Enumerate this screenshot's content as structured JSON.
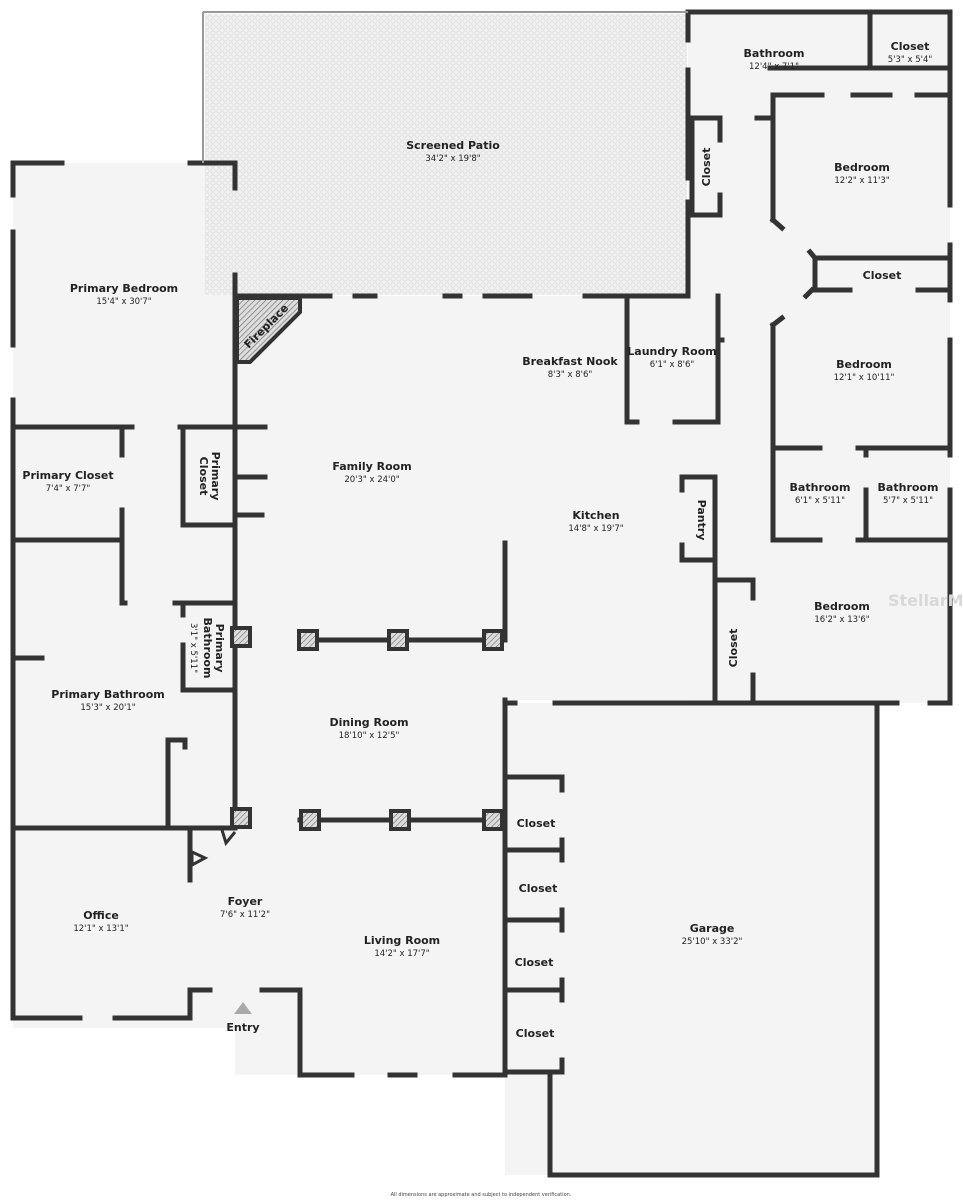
{
  "rooms": [
    {
      "id": "screened-patio",
      "name": "Screened Patio",
      "dims": "34'2\" x 19'8\""
    },
    {
      "id": "bathroom-1",
      "name": "Bathroom",
      "dims": "12'4\" x 7'1\""
    },
    {
      "id": "closet-ne",
      "name": "Closet",
      "dims": "5'3\" x 5'4\""
    },
    {
      "id": "closet-hall",
      "name": "Closet",
      "dims": ""
    },
    {
      "id": "bedroom-1",
      "name": "Bedroom",
      "dims": "12'2\" x 11'3\""
    },
    {
      "id": "closet-mid",
      "name": "Closet",
      "dims": ""
    },
    {
      "id": "primary-bedroom",
      "name": "Primary Bedroom",
      "dims": "15'4\" x 30'7\""
    },
    {
      "id": "fireplace",
      "name": "Fireplace",
      "dims": ""
    },
    {
      "id": "breakfast-nook",
      "name": "Breakfast Nook",
      "dims": "8'3\" x 8'6\""
    },
    {
      "id": "laundry-room",
      "name": "Laundry Room",
      "dims": "6'1\" x 8'6\""
    },
    {
      "id": "bedroom-2",
      "name": "Bedroom",
      "dims": "12'1\" x 10'11\""
    },
    {
      "id": "primary-closet",
      "name": "Primary Closet",
      "dims": "7'4\" x 7'7\""
    },
    {
      "id": "primary-closet-2",
      "name": "Primary Closet",
      "dims": ""
    },
    {
      "id": "family-room",
      "name": "Family Room",
      "dims": "20'3\" x 24'0\""
    },
    {
      "id": "kitchen",
      "name": "Kitchen",
      "dims": "14'8\" x 19'7\""
    },
    {
      "id": "pantry",
      "name": "Pantry",
      "dims": ""
    },
    {
      "id": "bathroom-2",
      "name": "Bathroom",
      "dims": "6'1\" x 5'11\""
    },
    {
      "id": "bathroom-3",
      "name": "Bathroom",
      "dims": "5'7\" x 5'11\""
    },
    {
      "id": "bedroom-3",
      "name": "Bedroom",
      "dims": "16'2\" x 13'6\""
    },
    {
      "id": "closet-bed3",
      "name": "Closet",
      "dims": ""
    },
    {
      "id": "primary-wc",
      "name": "Primary Bathroom",
      "dims": "3'1\" x 5'11\""
    },
    {
      "id": "primary-bathroom",
      "name": "Primary Bathroom",
      "dims": "15'3\" x 20'1\""
    },
    {
      "id": "dining-room",
      "name": "Dining Room",
      "dims": "18'10\" x 12'5\""
    },
    {
      "id": "closet-g1",
      "name": "Closet",
      "dims": ""
    },
    {
      "id": "closet-g2",
      "name": "Closet",
      "dims": ""
    },
    {
      "id": "closet-g3",
      "name": "Closet",
      "dims": ""
    },
    {
      "id": "closet-g4",
      "name": "Closet",
      "dims": ""
    },
    {
      "id": "foyer",
      "name": "Foyer",
      "dims": "7'6\" x 11'2\""
    },
    {
      "id": "office",
      "name": "Office",
      "dims": "12'1\" x 13'1\""
    },
    {
      "id": "living-room",
      "name": "Living Room",
      "dims": "14'2\" x 17'7\""
    },
    {
      "id": "garage",
      "name": "Garage",
      "dims": "25'10\" x 33'2\""
    }
  ],
  "entry_label": "Entry",
  "footer": "All dimensions are approximate and subject to independent verification.",
  "watermark": "StellarMLS",
  "colors": {
    "wall": "#333333",
    "floor": "#f4f4f4",
    "patio": "#ececec"
  }
}
